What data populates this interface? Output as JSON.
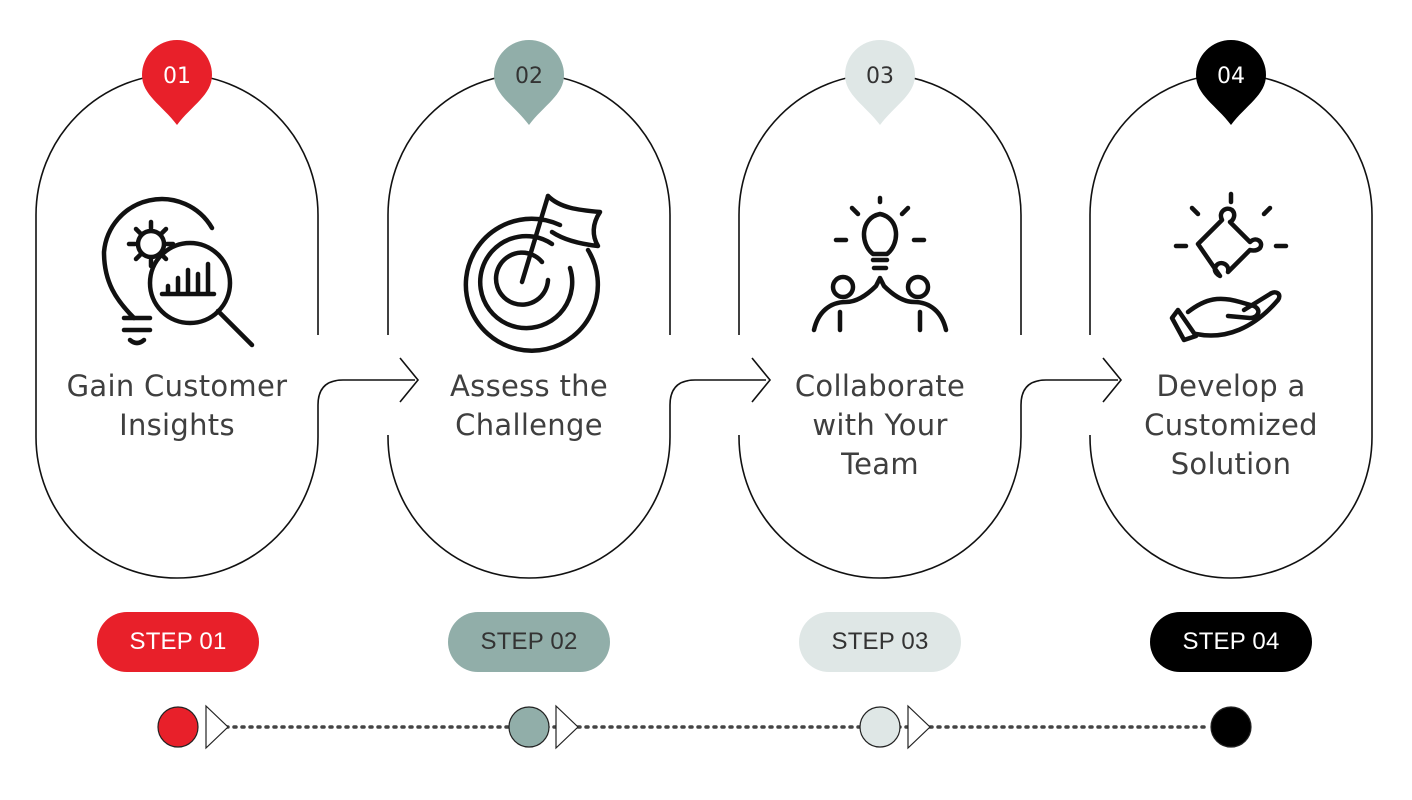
{
  "steps": [
    {
      "number": "01",
      "title_lines": [
        "Gain Customer",
        "Insights"
      ],
      "label": "STEP 01",
      "color": "#e8202a",
      "text_color": "#ffffff",
      "icon": "lightbulb-gear-magnifier-icon"
    },
    {
      "number": "02",
      "title_lines": [
        "Assess the",
        "Challenge"
      ],
      "label": "STEP 02",
      "color": "#91aea9",
      "text_color": "#333333",
      "icon": "target-flag-icon"
    },
    {
      "number": "03",
      "title_lines": [
        "Collaborate",
        "with Your",
        "Team"
      ],
      "label": "STEP 03",
      "color": "#dfe7e6",
      "text_color": "#333333",
      "icon": "teamwork-idea-icon"
    },
    {
      "number": "04",
      "title_lines": [
        "Develop a",
        "Customized",
        "Solution"
      ],
      "label": "STEP 04",
      "color": "#000000",
      "text_color": "#ffffff",
      "icon": "puzzle-hand-icon"
    }
  ],
  "colors": {
    "outline": "#111111",
    "title_text": "#3f3f3f"
  }
}
